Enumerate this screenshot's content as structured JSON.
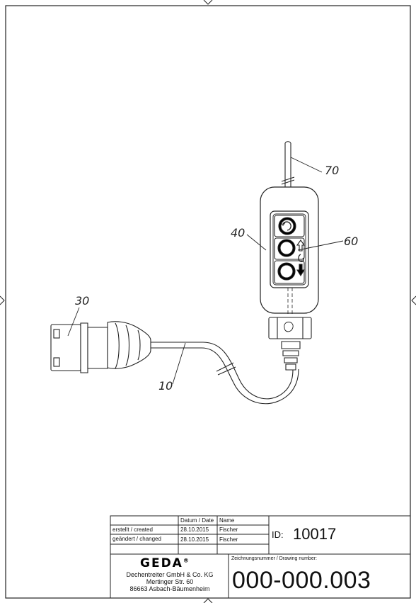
{
  "callouts": {
    "c70": "70",
    "c40": "40",
    "c60": "60",
    "c30": "30",
    "c10": "10"
  },
  "title_block": {
    "date_header": "Datum / Date",
    "name_header": "Name",
    "created_label": "erstellt / created",
    "created_date": "28.10.2015",
    "created_name": "Fischer",
    "changed_label": "geändert / changed",
    "changed_date": "28.10.2015",
    "changed_name": "Fischer",
    "id_label": "ID:",
    "id_value": "10017",
    "company_logo": "GEDA",
    "company_line1": "Dechentreiter GmbH & Co. KG",
    "company_line2": "Mertinger Str. 60",
    "company_line3": "86663 Asbach-Bäumenheim",
    "drawing_number_label": "Zeichnungsnummer / Drawing number:",
    "drawing_number": "000-000.003"
  }
}
